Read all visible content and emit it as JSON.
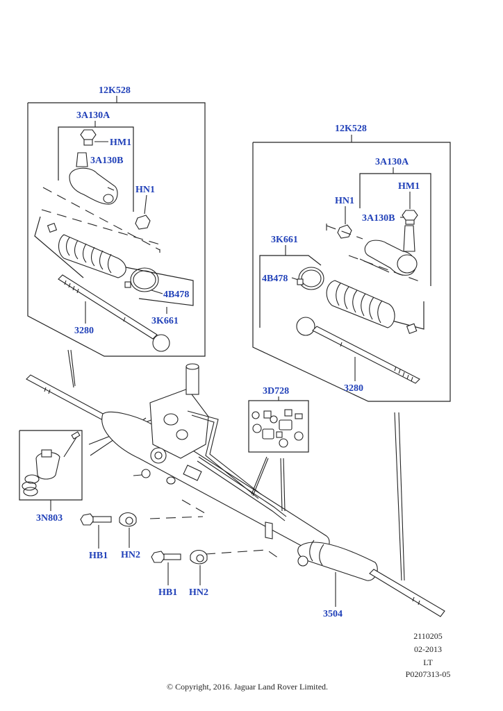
{
  "labels": {
    "left_kit": "12K528",
    "left_tierod_end": "3A130A",
    "left_hm1": "HM1",
    "left_tierod_end_b": "3A130B",
    "left_hn1": "HN1",
    "left_clip": "4B478",
    "left_tierod": "3280",
    "left_boot": "3K661",
    "right_kit": "12K528",
    "right_tierod_end": "3A130A",
    "right_hm1": "HM1",
    "right_hn1": "HN1",
    "right_tierod_end_b": "3A130B",
    "right_boot": "3K661",
    "right_clip": "4B478",
    "right_tierod": "3280",
    "seal_kit": "3D728",
    "valve": "3N803",
    "bolt_1": "HB1",
    "nut_1": "HN2",
    "bolt_2": "HB1",
    "nut_2": "HN2",
    "rack": "3504"
  },
  "meta": {
    "line1": "2110205",
    "line2": "02-2013",
    "line3": "LT",
    "line4": "P0207313-05"
  },
  "copyright": "© Copyright, 2016. Jaguar Land Rover Limited.",
  "colors": {
    "label": "#2040b8",
    "line": "#222222",
    "background": "#ffffff"
  }
}
